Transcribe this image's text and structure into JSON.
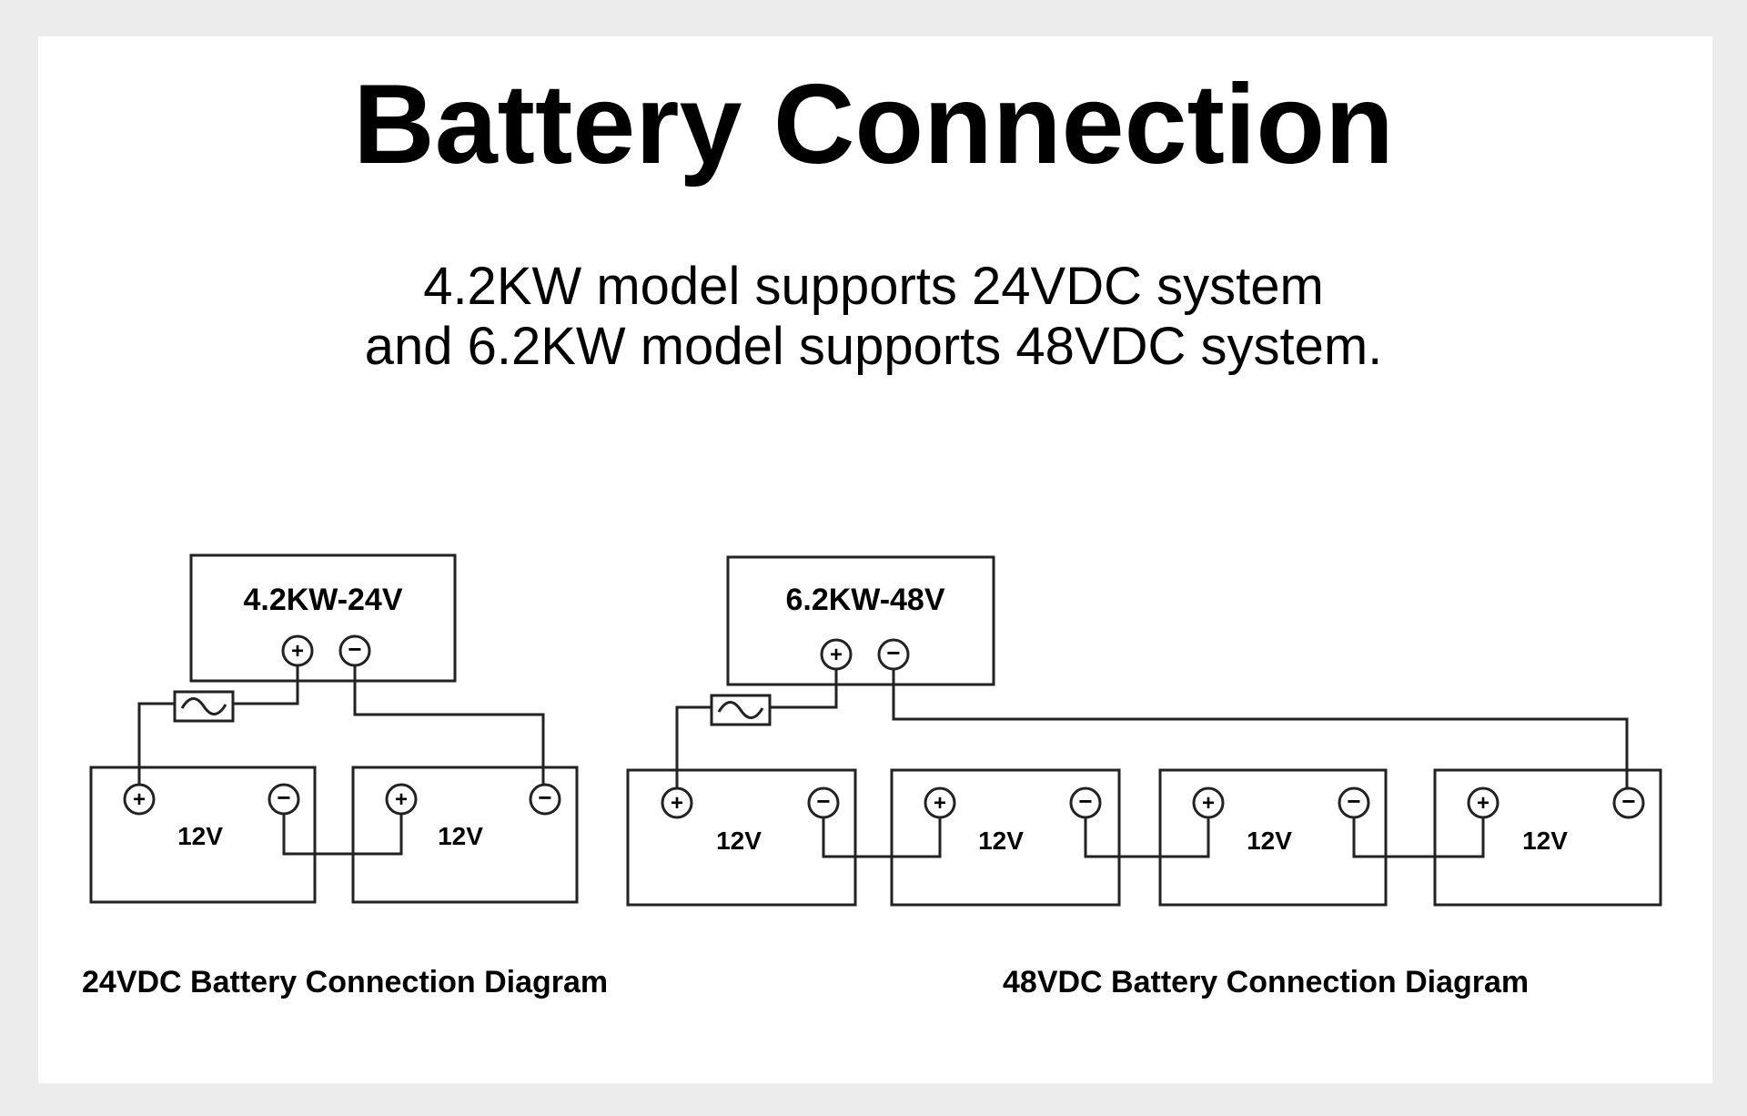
{
  "title": "Battery Connection",
  "subtitle": {
    "line1": "4.2KW model supports 24VDC system",
    "line2": "and 6.2KW model supports 48VDC system."
  },
  "diagram_24v": {
    "inverter_label": "4.2KW-24V",
    "battery_labels": [
      "12V",
      "12V"
    ],
    "caption": "24VDC Battery Connection Diagram"
  },
  "diagram_48v": {
    "inverter_label": "6.2KW-48V",
    "battery_labels": [
      "12V",
      "12V",
      "12V",
      "12V"
    ],
    "caption": "48VDC Battery Connection Diagram"
  },
  "colors": {
    "background": "#ececec",
    "panel": "#ffffff",
    "ink": "#000000"
  }
}
